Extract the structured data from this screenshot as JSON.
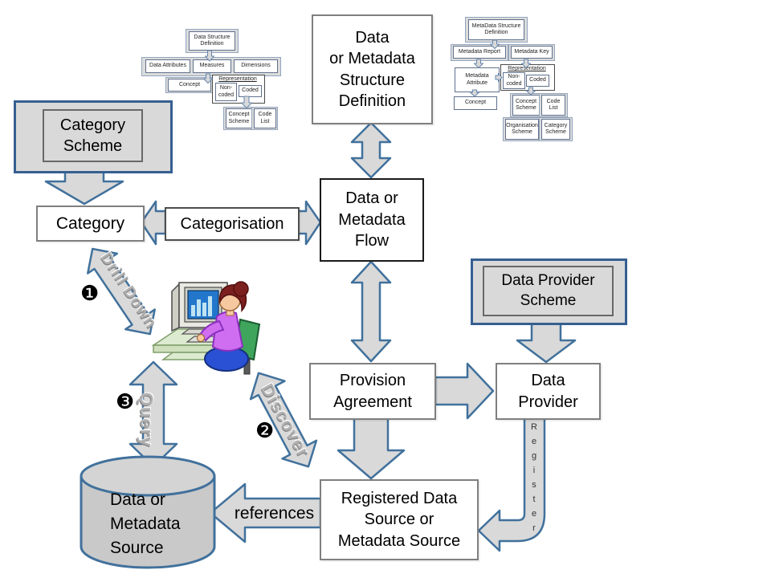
{
  "palette": {
    "accent_blue": "#41719c",
    "scheme_border_blue": "#365f91",
    "arrow_fill": "#d9d9d9",
    "scheme_fill": "#d9d9d9",
    "box_border_gray": "#7f7f7f",
    "watermark_gray": "#b1b1b1",
    "cylinder_fill": "#c9c9c9"
  },
  "main_nodes": {
    "structure_definition": {
      "label": "Data\nor Metadata\nStructure\nDefinition"
    },
    "flow": {
      "label": "Data or\nMetadata\nFlow"
    },
    "category_scheme": {
      "label": "Category\nScheme"
    },
    "category": {
      "label": "Category"
    },
    "categorisation": {
      "label": "Categorisation"
    },
    "provision_agreement": {
      "label": "Provision\nAgreement"
    },
    "data_provider": {
      "label": "Data\nProvider"
    },
    "data_provider_scheme": {
      "label": "Data Provider\nScheme"
    },
    "registered_source": {
      "label": "Registered Data\nSource or\nMetadata Source"
    },
    "data_source": {
      "label": "Data or\nMetadata\nSource"
    }
  },
  "edges": {
    "drill_down": {
      "label": "Drill Down",
      "step": "❶"
    },
    "discover": {
      "label": "Discover",
      "step": "❷"
    },
    "query": {
      "label": "Query",
      "step": "❸"
    },
    "references": {
      "label": "references"
    },
    "register": {
      "label": "Register"
    }
  },
  "mini_dsd": {
    "root": "Data Structure\nDefinition",
    "attributes": "Data Attributes",
    "measures": "Measures",
    "dimensions": "Dimensions",
    "concept": "Concept",
    "representation": "Representation",
    "non_coded": "Non-\ncoded",
    "coded": "Coded",
    "concept_scheme": "Concept\nScheme",
    "code_list": "Code\nList"
  },
  "mini_msd": {
    "root": "MetaData Structure\nDefinition",
    "metadata_report": "Metadata Report",
    "metadata_key": "Metadata Key",
    "metadata_attribute": "Metadata\nAttribute",
    "representation": "Representation",
    "non_coded": "Non-\ncoded",
    "coded": "Coded",
    "concept": "Concept",
    "concept_scheme": "Concept\nScheme",
    "code_list": "Code\nList",
    "organisation_scheme": "Organisation\nScheme",
    "category_scheme": "Category\nScheme"
  }
}
